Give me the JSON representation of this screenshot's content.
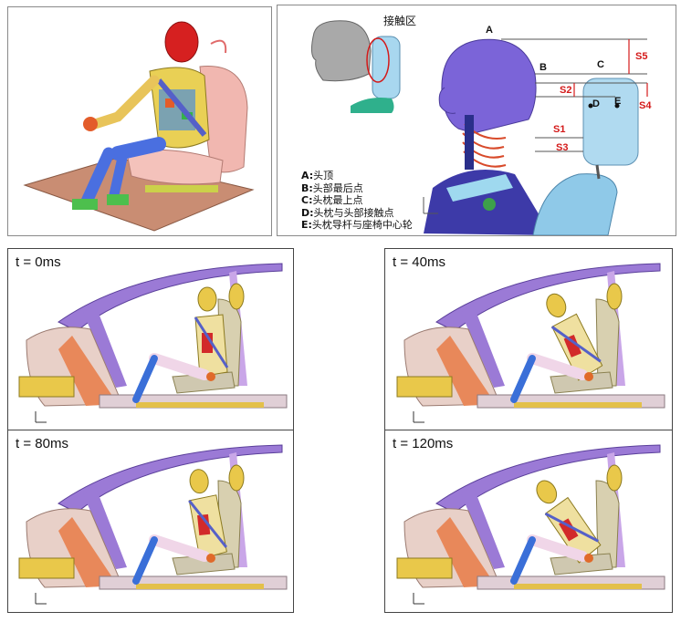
{
  "schematic": {
    "contact_label": "接触区",
    "points": [
      "A",
      "B",
      "C",
      "D",
      "E"
    ],
    "dims": [
      "S1",
      "S2",
      "S3",
      "S4",
      "S5"
    ],
    "legend": [
      {
        "key": "A:",
        "text": "头顶"
      },
      {
        "key": "B:",
        "text": "头部最后点"
      },
      {
        "key": "C:",
        "text": "头枕最上点"
      },
      {
        "key": "D:",
        "text": "头枕与头部接触点"
      },
      {
        "key": "E:",
        "text": "头枕导杆与座椅中心轮"
      }
    ]
  },
  "frames": [
    {
      "label": "t = 0ms"
    },
    {
      "label": "t = 40ms"
    },
    {
      "label": "t = 80ms"
    },
    {
      "label": "t = 120ms"
    }
  ],
  "colors": {
    "dimension": "#d41a1a",
    "head_dummy": "#7b64d8",
    "headrest": "#9fd3ef",
    "body_purple": "#9b7ad6",
    "body_orange": "#e8885a",
    "dummy_yellow": "#e9c84a"
  }
}
